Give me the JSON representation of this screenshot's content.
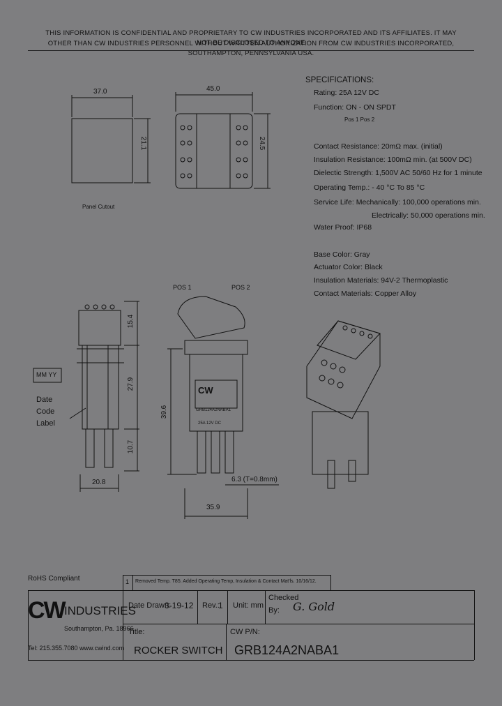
{
  "notice": {
    "line1": "THIS INFORMATION IS CONFIDENTIAL AND PROPRIETARY TO CW INDUSTRIES INCORPORATED AND ITS AFFILIATES.  IT MAY NOT BE DISCLOSED TO ANYONE",
    "line2": "OTHER THAN CW INDUSTRIES PERSONNEL WITHOUT WRITTEN AUTHORIZATION FROM CW INDUSTRIES INCORPORATED, SOUTHAMPTON, PENNSYLVANIA USA."
  },
  "specs": {
    "heading": "SPECIFICATIONS:",
    "rating": "Rating: 25A 12V DC",
    "function": "Function:  ON - ON    SPDT",
    "positions": "Pos 1  Pos 2",
    "contact_resistance": "Contact Resistance: 20mΩ max. (initial)",
    "insulation_resistance": "Insulation Resistance: 100mΩ min. (at 500V DC)",
    "dielectric": "Dielectic Strength: 1,500V AC 50/60 Hz for 1 minute",
    "operating_temp": "Operating Temp.:  - 40 °C To 85 °C",
    "service_life_1": "Service Life:  Mechanically: 100,000 operations min.",
    "service_life_2": "Electrically:  50,000 operations min.",
    "water_proof": "Water Proof: IP68"
  },
  "materials": {
    "base_color": "Base Color: Gray",
    "actuator_color": "Actuator Color: Black",
    "insulation": "Insulation Materials: 94V-2 Thermoplastic",
    "contact": "Contact Materials: Copper Alloy"
  },
  "drawing": {
    "panel_w": "37.0",
    "panel_h": "21.1",
    "panel_label": "Panel Cutout",
    "front_w": "45.0",
    "front_h": "24.5",
    "pos1": "POS 1",
    "pos2": "POS 2",
    "side_top": "15.4",
    "side_mid": "27.9",
    "side_bot": "10.7",
    "side_w": "20.8",
    "date_box": "MM YY",
    "date_label_1": "Date",
    "date_label_2": "Code",
    "date_label_3": "Label",
    "body_h": "39.6",
    "body_w": "35.9",
    "terminal": "6.3 (T=0.8mm)",
    "logo": "CW",
    "label_text_1": "GRB124A2NABA1",
    "label_text_2": "25A 12V DC"
  },
  "title_block": {
    "rohs": "RoHS Compliant",
    "rev_no": "1",
    "rev_note": "Removed Temp. T85. Added Operating Temp, Insulation & Contact Mat'ls.  10/16/12.",
    "company_logo": "CW",
    "company_name": "INDUSTRIES",
    "company_city": "Southampton, Pa. 18966",
    "company_contact": "Tel: 215.355.7080 www.cwind.com",
    "date_label": "Date Drawn:",
    "date_value": "3-19-12",
    "rev_label": "Rev.:",
    "rev_value": "1",
    "unit_label": "Unit: mm",
    "checked_label": "Checked",
    "by_label": "By:",
    "signature": "G. Gold",
    "title_label": "Title:",
    "title_value": "ROCKER SWITCH",
    "pn_label": "CW P/N:",
    "pn_value": "GRB124A2NABA1"
  }
}
